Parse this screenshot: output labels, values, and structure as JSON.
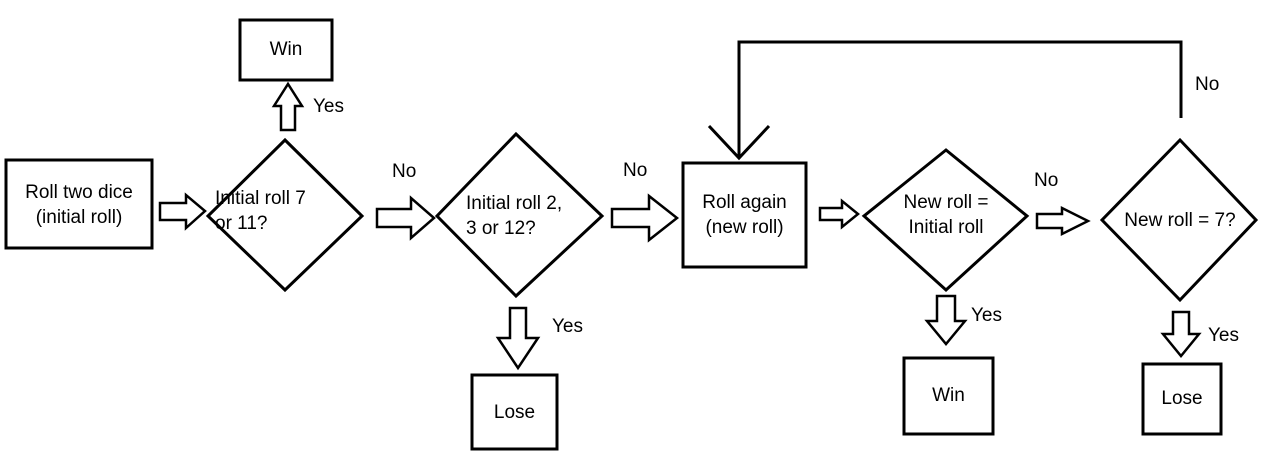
{
  "nodes": {
    "roll_two_dice": [
      "Roll two dice",
      "(initial roll)"
    ],
    "win_top": [
      "Win"
    ],
    "initial_7_11": [
      "Initial roll 7",
      "or 11?"
    ],
    "initial_2_3_12": [
      "Initial roll 2,",
      "3 or 12?"
    ],
    "lose_mid": [
      "Lose"
    ],
    "roll_again": [
      "Roll again",
      "(new roll)"
    ],
    "new_eq_initial": [
      "New roll =",
      "Initial roll"
    ],
    "win_bottom": [
      "Win"
    ],
    "new_eq_7": [
      "New roll = 7?"
    ],
    "lose_right": [
      "Lose"
    ]
  },
  "edges": {
    "yes_to_win_top": "Yes",
    "no_to_2_3_12": "No",
    "yes_to_lose_mid": "Yes",
    "no_to_roll_again": "No",
    "yes_to_win_bottom": "Yes",
    "no_to_new_7": "No",
    "yes_to_lose_right": "Yes",
    "no_loop_back": "No"
  }
}
